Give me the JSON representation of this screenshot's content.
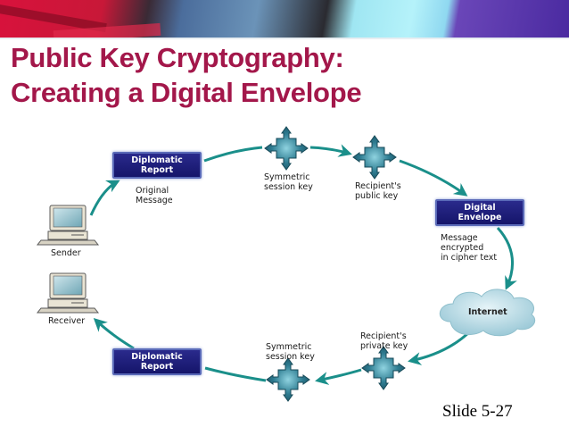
{
  "slide": {
    "title_line1": "Public Key Cryptography:",
    "title_line2": "Creating a Digital Envelope",
    "footer": "Slide 5-27",
    "colors": {
      "title": "#a3174a",
      "box_fill": "#1c1c78",
      "arrow": "#1a8f8a",
      "key_icon": "#2a6f82"
    }
  },
  "diagram": {
    "sender": {
      "label": "Sender",
      "icon": "computer-icon"
    },
    "receiver": {
      "label": "Receiver",
      "icon": "computer-icon"
    },
    "top_report": {
      "line1": "Diplomatic",
      "line2": "Report",
      "caption_line1": "Original",
      "caption_line2": "Message"
    },
    "top_symmetric_key": {
      "line1": "Symmetric",
      "line2": "session key",
      "icon": "key-icon"
    },
    "recipient_public_key": {
      "line1": "Recipient's",
      "line2": "public key",
      "icon": "key-icon"
    },
    "digital_envelope": {
      "line1": "Digital",
      "line2": "Envelope",
      "caption_line1": "Message",
      "caption_line2": "encrypted",
      "caption_line3": "in cipher text"
    },
    "internet": {
      "label": "Internet",
      "icon": "cloud-icon"
    },
    "recipient_private_key": {
      "line1": "Recipient's",
      "line2": "private key",
      "icon": "key-icon"
    },
    "bottom_symmetric_key": {
      "line1": "Symmetric",
      "line2": "session key",
      "icon": "key-icon"
    },
    "bottom_report": {
      "line1": "Diplomatic",
      "line2": "Report"
    }
  }
}
